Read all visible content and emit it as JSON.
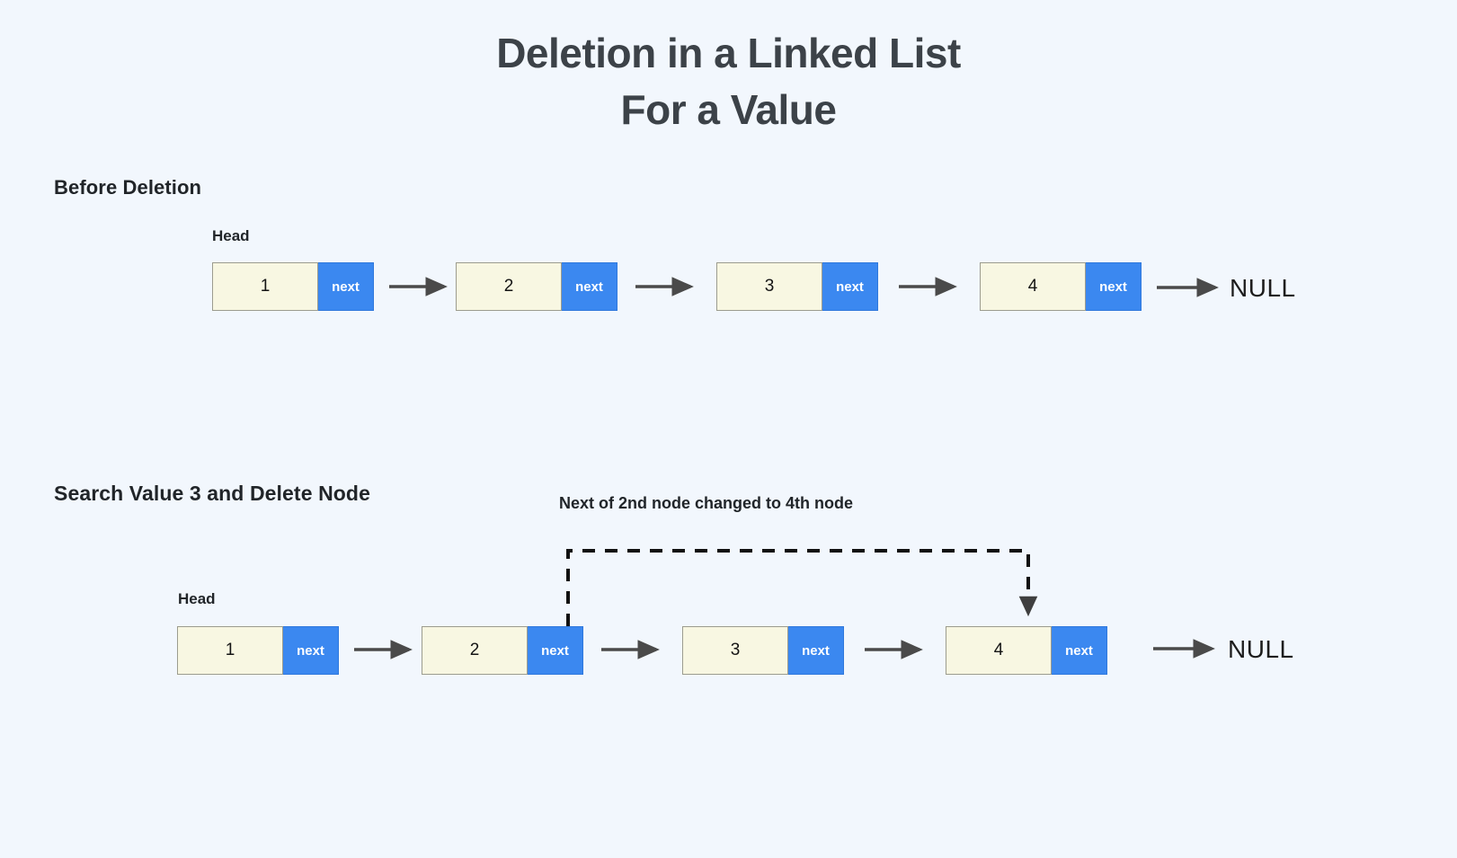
{
  "page": {
    "background_color": "#f2f7fd",
    "title_lines": [
      "Deletion in a Linked List",
      "For a Value"
    ]
  },
  "colors": {
    "node_value_fill": "#f8f7e2",
    "node_next_fill": "#3b88f0",
    "node_border": "#9c9c8e",
    "arrow": "#4a4a4a",
    "dashed_arrow": "#111111",
    "title_text": "#3c4248",
    "heading_text": "#212529"
  },
  "sections": [
    {
      "id": "before",
      "heading": "Before Deletion",
      "head_label": "Head",
      "terminator": "NULL",
      "nodes": [
        {
          "value": "1",
          "next_label": "next"
        },
        {
          "value": "2",
          "next_label": "next"
        },
        {
          "value": "3",
          "next_label": "next"
        },
        {
          "value": "4",
          "next_label": "next"
        }
      ]
    },
    {
      "id": "after",
      "heading": "Search Value 3 and Delete Node",
      "head_label": "Head",
      "terminator": "NULL",
      "annotation": "Next of 2nd node changed to 4th node",
      "nodes": [
        {
          "value": "1",
          "next_label": "next"
        },
        {
          "value": "2",
          "next_label": "next"
        },
        {
          "value": "3",
          "next_label": "next"
        },
        {
          "value": "4",
          "next_label": "next"
        }
      ]
    }
  ]
}
